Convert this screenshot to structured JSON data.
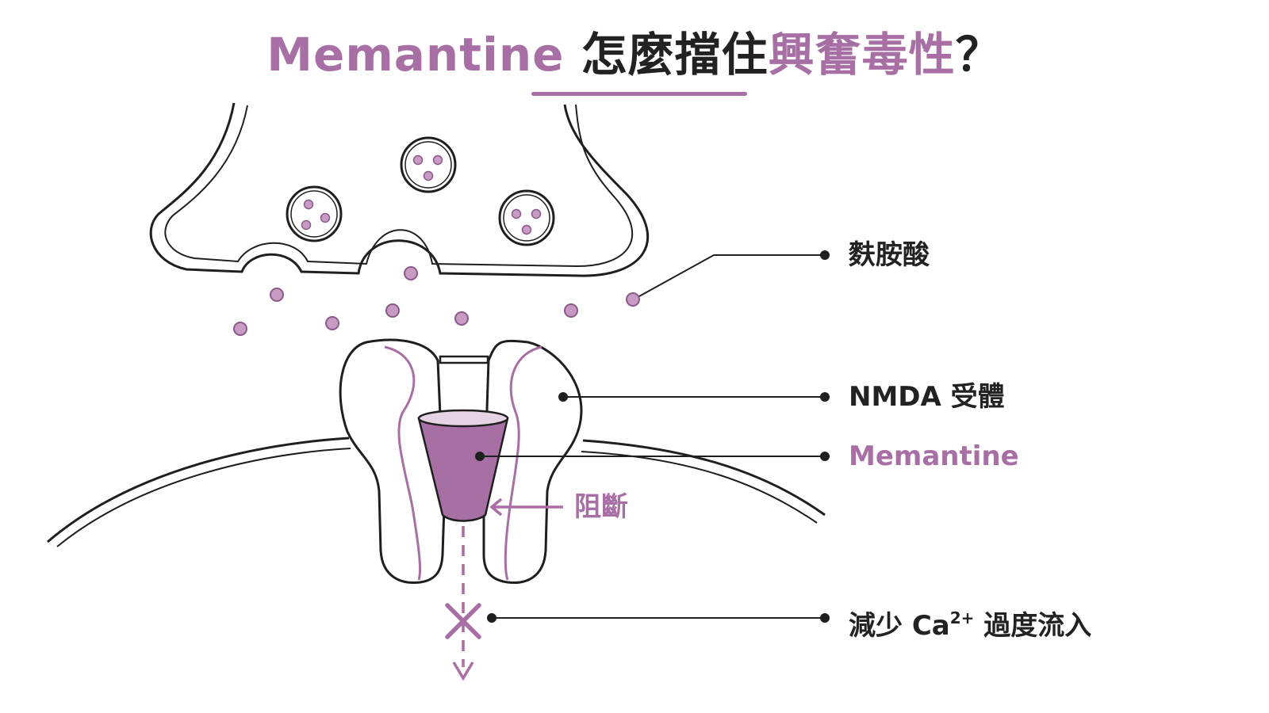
{
  "title": {
    "part1": "Memantine",
    "part2": "怎麼擋住",
    "part3": "興奮毒性",
    "part4": "？"
  },
  "labels": {
    "glutamate": "麩胺酸",
    "nmda_receptor": "NMDA 受體",
    "memantine": "Memantine",
    "block": "阻斷",
    "reduce_prefix": "減少 Ca",
    "reduce_sup": "2+",
    "reduce_suffix": " 過度流入"
  },
  "colors": {
    "accent": "#a86fa4",
    "accent_dark": "#8c5a8a",
    "line": "#1f1f1f",
    "text": "#222222"
  }
}
